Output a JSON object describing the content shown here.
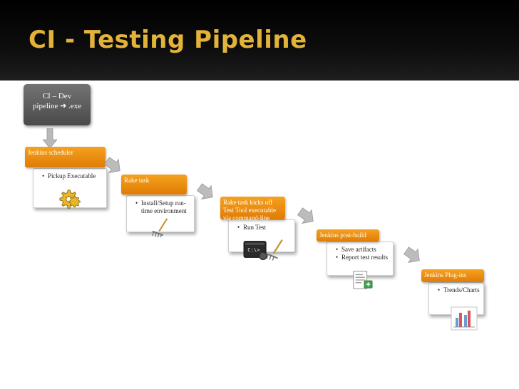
{
  "slide": {
    "title": "CI - Testing Pipeline"
  },
  "dev_box": {
    "line1": "CI – Dev",
    "line2": "pipeline  ➔ .exe"
  },
  "steps": [
    {
      "header": "Jenkins scheduler",
      "bullets": [
        "Pickup Executable"
      ],
      "icon": "gears-icon"
    },
    {
      "header": "Rake task",
      "bullets": [
        "Install/Setup run-time environment"
      ],
      "icon": "rake-icon"
    },
    {
      "header": "Rake task  kicks off Test Tool executable via command-line",
      "bullets": [
        "Run Test"
      ],
      "icon": "command-prompt-rake-icon"
    },
    {
      "header": "Jenkins post-build",
      "bullets": [
        "Save artifacts",
        "Report test results"
      ],
      "icon": "report-document-icon"
    },
    {
      "header": "Jenkins Plug-ins",
      "bullets": [
        "Trends/Charts"
      ],
      "icon": "bar-chart-icon"
    }
  ],
  "colors": {
    "title_text": "#e2b23a",
    "title_bar": "#000000",
    "step_header": "#f0921a",
    "dev_box": "#5e5e5e",
    "arrow": "#b4b4b4"
  }
}
